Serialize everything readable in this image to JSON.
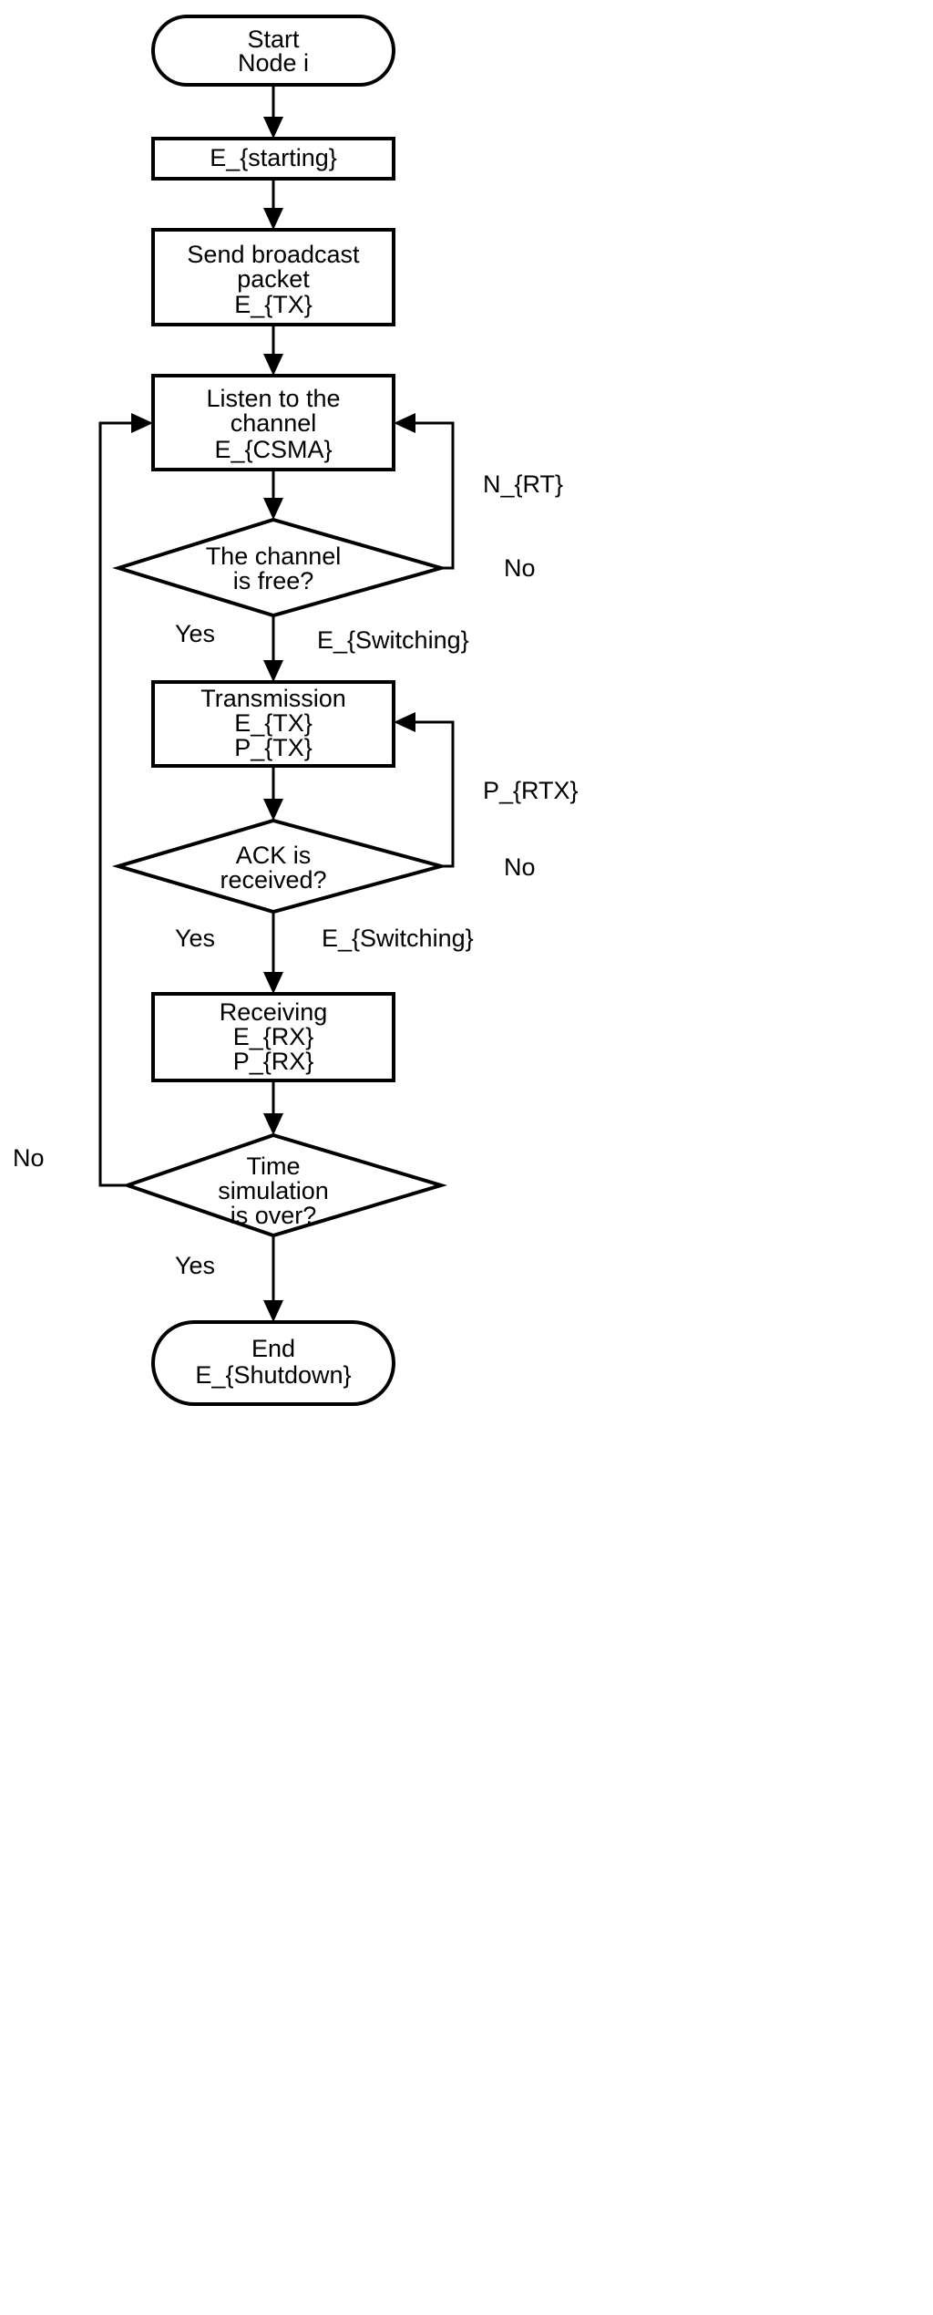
{
  "diagram": {
    "type": "flowchart",
    "title": "Node i simulation flow",
    "background_color": "#ffffff",
    "line_color": "#000000",
    "fill_color": "#ffffff"
  },
  "nodes": {
    "start": {
      "shape": "stadium",
      "lines": [
        "Start",
        "Node i"
      ]
    },
    "starting_energy": {
      "shape": "rectangle",
      "lines": [
        "E_{starting}"
      ]
    },
    "send_broadcast": {
      "shape": "rectangle",
      "lines": [
        "Send broadcast",
        "packet",
        "E_{TX}"
      ]
    },
    "listen_channel": {
      "shape": "rectangle",
      "lines": [
        "Listen to the",
        "channel",
        "E_{CSMA}"
      ]
    },
    "channel_free": {
      "shape": "diamond",
      "lines": [
        "The channel",
        "is free?"
      ]
    },
    "transmission": {
      "shape": "rectangle",
      "lines": [
        "Transmission",
        "E_{TX}",
        "P_{TX}"
      ]
    },
    "ack_received": {
      "shape": "diamond",
      "lines": [
        "ACK is",
        "received?"
      ]
    },
    "receiving": {
      "shape": "rectangle",
      "lines": [
        "Receiving",
        "E_{RX}",
        "P_{RX}"
      ]
    },
    "time_over": {
      "shape": "diamond",
      "lines": [
        "Time",
        "simulation",
        "is over?"
      ]
    },
    "end": {
      "shape": "stadium",
      "lines": [
        "End",
        "E_{Shutdown}"
      ]
    }
  },
  "edge_labels": {
    "channel_retry_cost": "N_{RT}",
    "channel_free_no": "No",
    "channel_free_yes": "Yes",
    "channel_free_switching": "E_{Switching}",
    "ack_retx_cost": "P_{RTX}",
    "ack_no": "No",
    "ack_yes": "Yes",
    "ack_switching": "E_{Switching}",
    "time_over_no": "No",
    "time_over_yes": "Yes"
  }
}
